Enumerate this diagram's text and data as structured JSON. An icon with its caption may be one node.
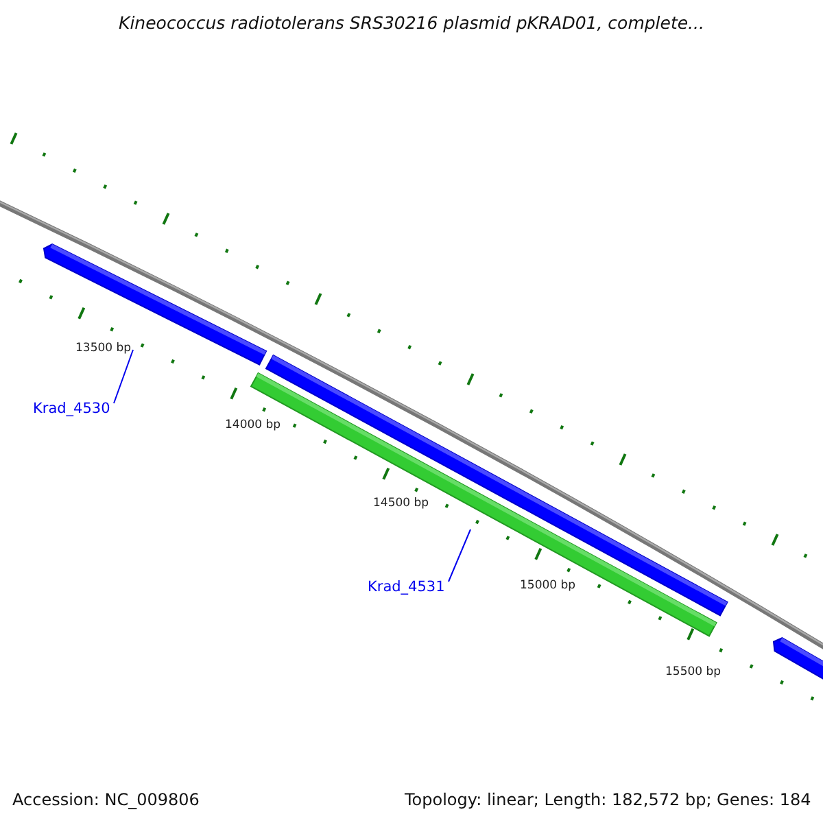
{
  "diagram": {
    "title": "Kineococcus radiotolerans SRS30216 plasmid pKRAD01, complete...",
    "nodes": [
      {
        "text": [],
        "shape": "bar"
      },
      {
        "text": [],
        "shape": "bar"
      },
      {
        "text": [],
        "shape": "bar"
      },
      {
        "text": [],
        "shape": "bar"
      },
      {
        "text": [
          "Krad_4530"
        ]
      },
      {
        "text": [
          "Krad_4531"
        ]
      }
    ],
    "edges": [
      {
        "from": 4,
        "to": 0,
        "arrow": "none"
      },
      {
        "from": 5,
        "to": 2,
        "arrow": "none"
      }
    ],
    "labels": [
      "13500 bp",
      "14000 bp",
      "14500 bp",
      "15000 bp",
      "15500 bp",
      "Accession: NC_009806",
      "Topology: linear; Length: 182,572 bp; Genes: 184"
    ]
  }
}
